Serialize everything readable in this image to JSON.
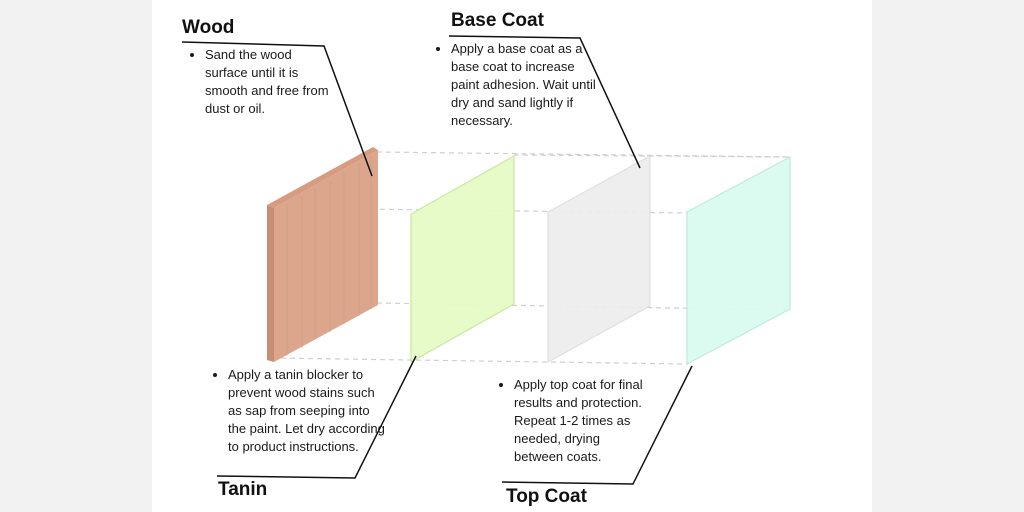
{
  "layers": [
    {
      "title": "Wood",
      "steps": [
        "Sand the wood surface until it is smooth and free from dust or oil."
      ],
      "color": "#dca58a"
    },
    {
      "title": "Tanin",
      "steps": [
        "Apply a tanin blocker to prevent wood stains such as sap from seeping into the paint. Let dry according to product instructions."
      ],
      "color": "#e6fbc4"
    },
    {
      "title": "Base Coat",
      "steps": [
        "Apply a base coat as a base coat to increase paint adhesion. Wait until dry and sand lightly if necessary."
      ],
      "color": "#ededed"
    },
    {
      "title": "Top Coat",
      "steps": [
        "Apply top coat for final results and protection. Repeat 1-2 times as needed, drying between coats."
      ],
      "color": "#d9fbf0"
    }
  ]
}
